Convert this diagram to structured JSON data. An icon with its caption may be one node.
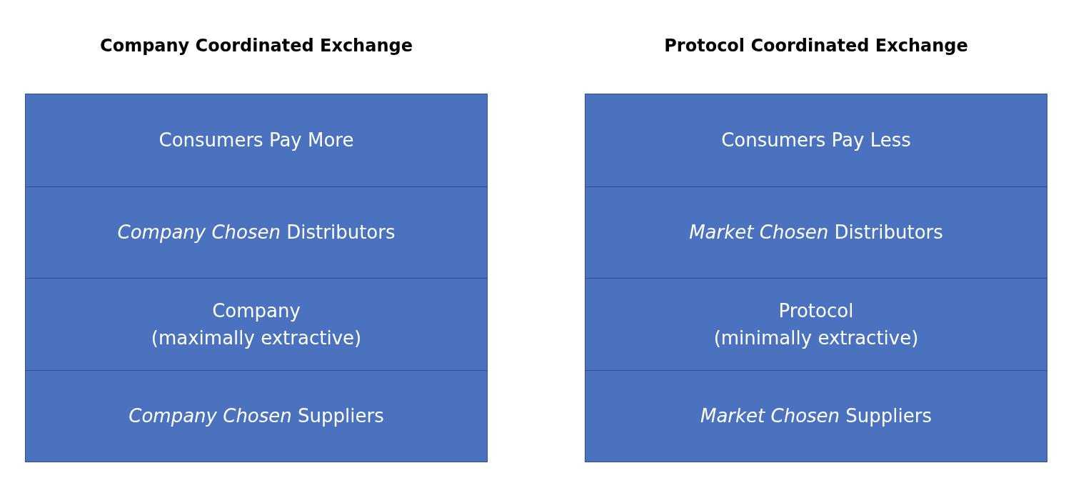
{
  "diagram": {
    "nodes": [
      {
        "text": [
          "Company Coordinated Exchange"
        ]
      },
      {
        "text": [
          "Consumers Pay More"
        ],
        "in": 0
      },
      {
        "text": [
          "*Company Chosen* Distributors"
        ],
        "in": 0
      },
      {
        "text": [
          "Company",
          "(maximally extractive)"
        ],
        "in": 0
      },
      {
        "text": [
          "*Company Chosen* Suppliers"
        ],
        "in": 0
      },
      {
        "text": [
          "Protocol Coordinated Exchange"
        ]
      },
      {
        "text": [
          "Consumers Pay Less"
        ],
        "in": 5
      },
      {
        "text": [
          "*Market Chosen* Distributors"
        ],
        "in": 5
      },
      {
        "text": [
          "Protocol",
          "(minimally extractive)"
        ],
        "in": 5
      },
      {
        "text": [
          "*Market Chosen* Suppliers"
        ],
        "in": 5
      }
    ],
    "edges": []
  }
}
